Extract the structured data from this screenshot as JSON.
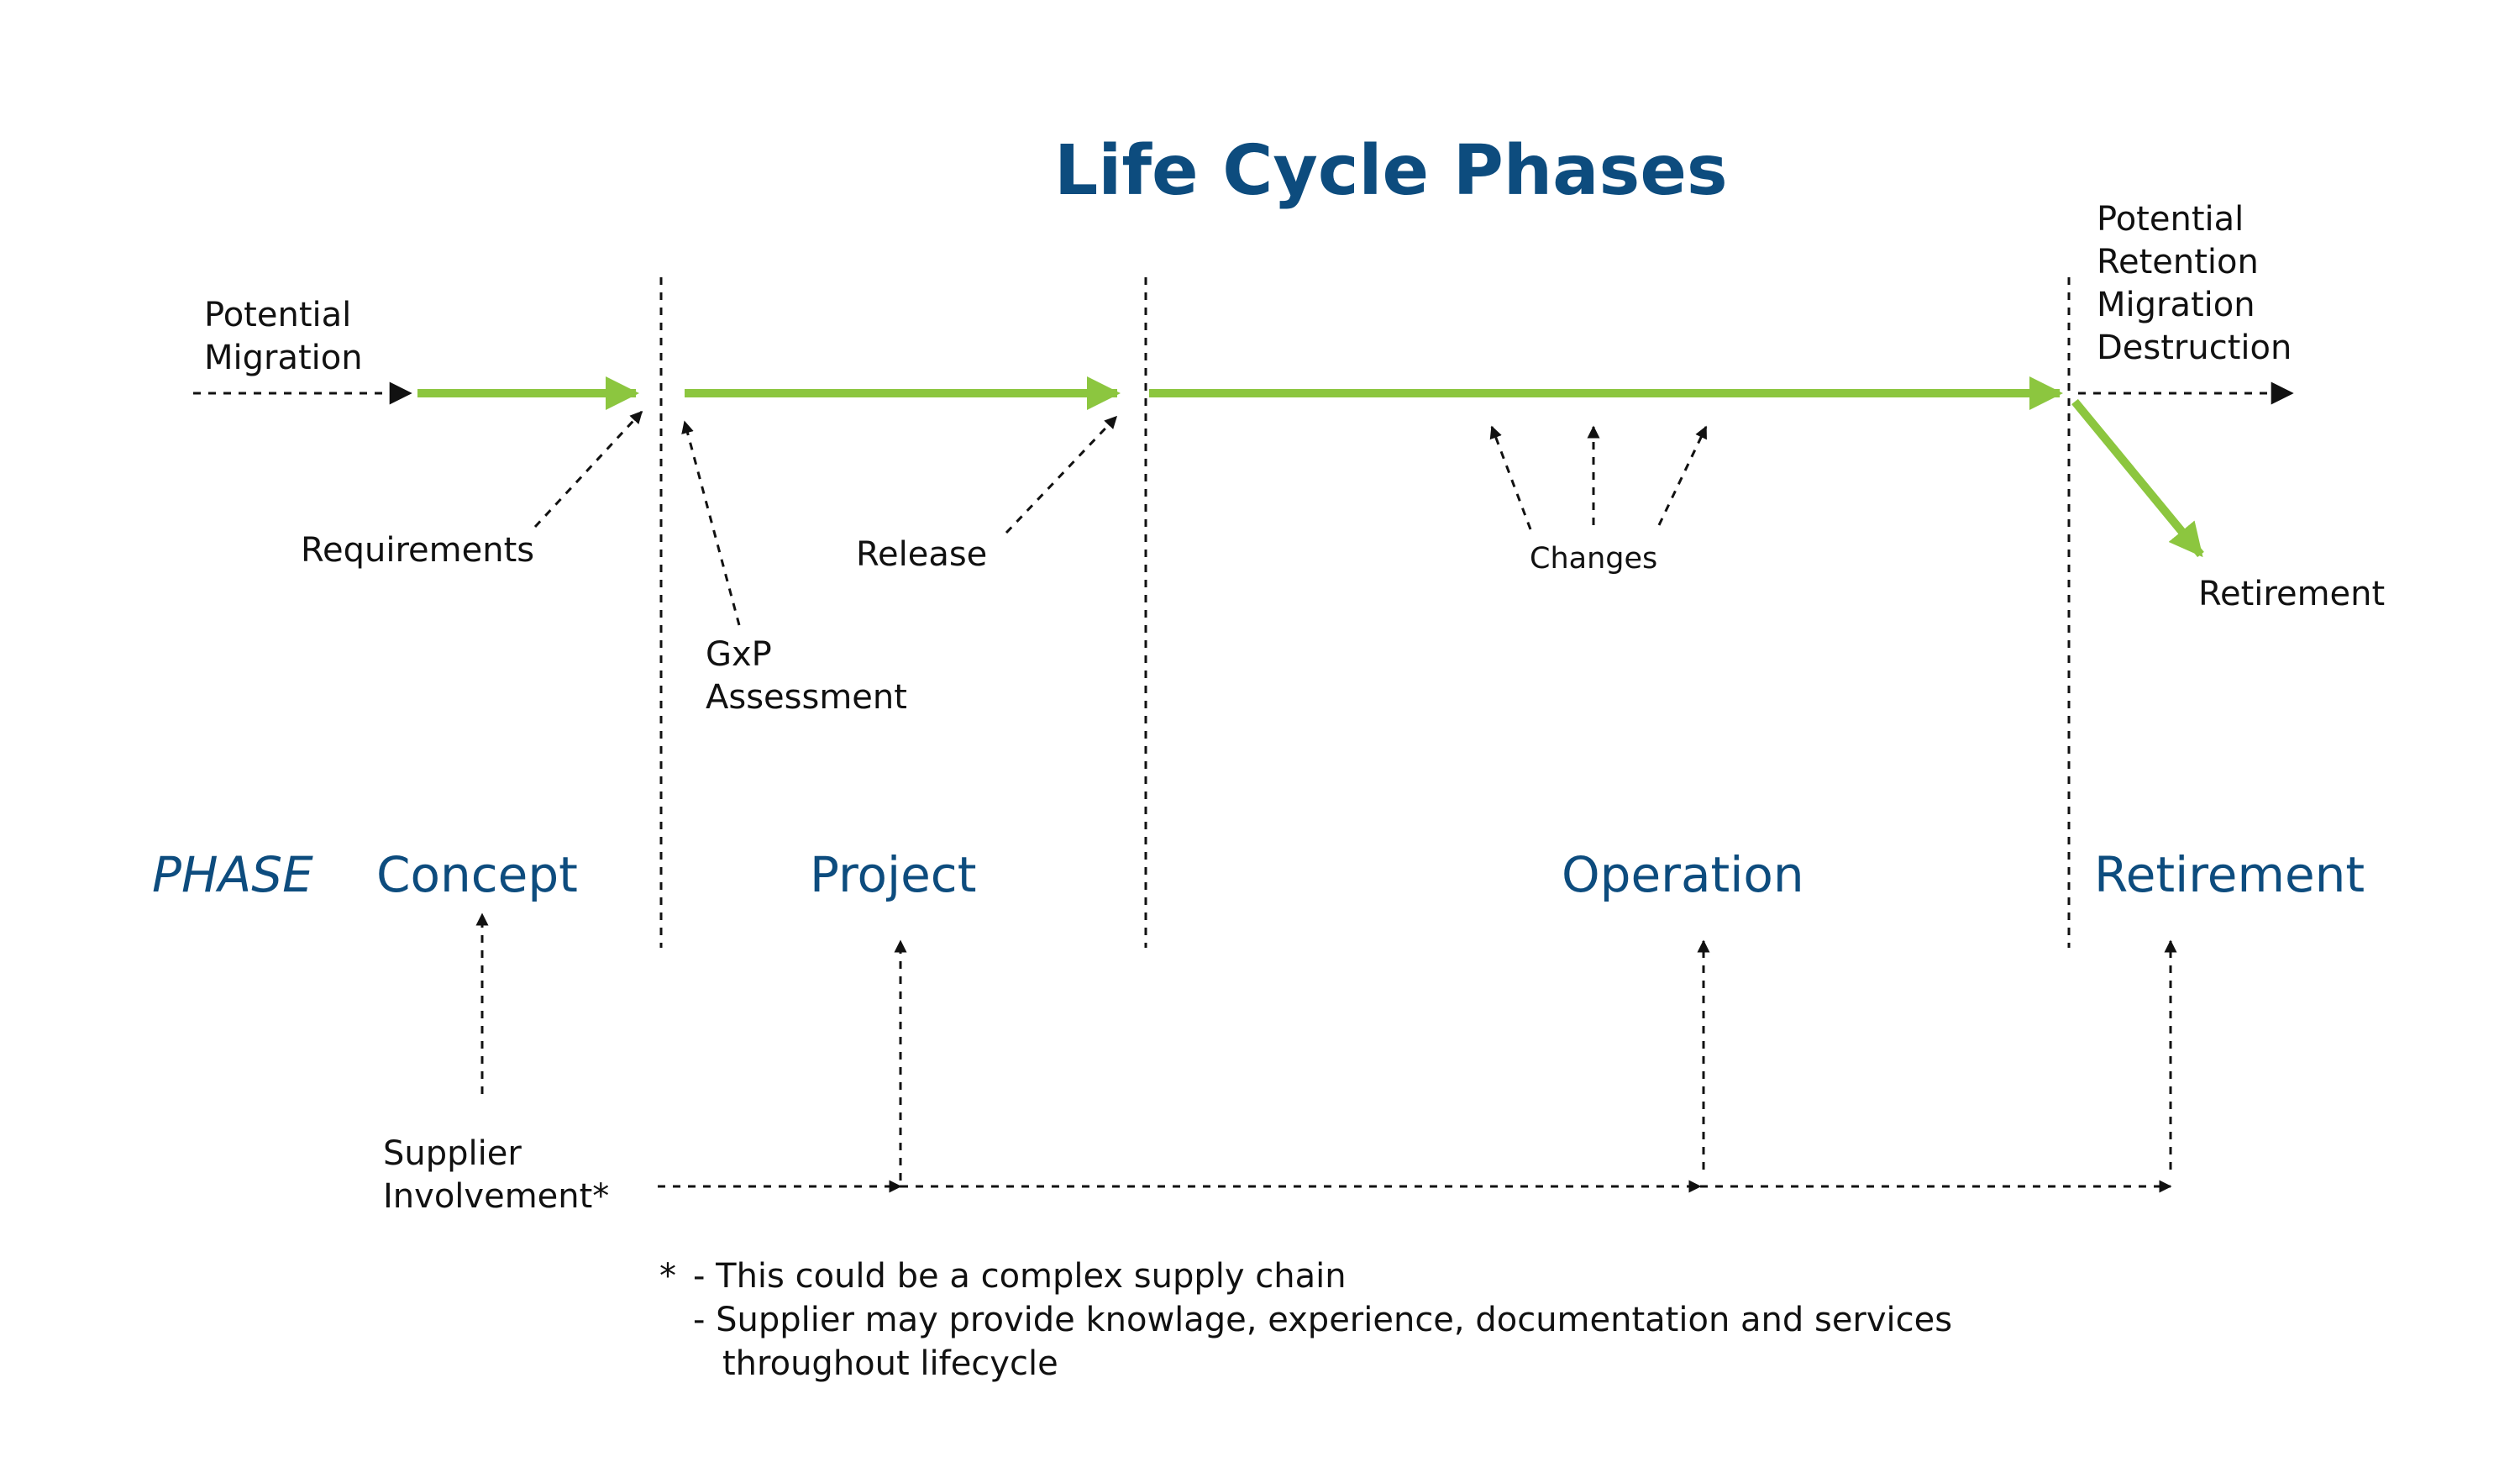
{
  "title": "Life Cycle Phases",
  "colors": {
    "title": "#0d4c7e",
    "phase": "#0d4c7e",
    "main_arrow": "#8cc63f",
    "dashed": "#111111",
    "text": "#111111"
  },
  "phase_row": {
    "label": "PHASE",
    "phases": [
      "Concept",
      "Project",
      "Operation",
      "Retirement"
    ]
  },
  "annotations": {
    "potential_migration": [
      "Potential",
      "Migration"
    ],
    "requirements": "Requirements",
    "gxp_assessment": [
      "GxP",
      "Assessment"
    ],
    "release": "Release",
    "changes": "Changes",
    "end_options": [
      "Potential",
      "Retention",
      "Migration",
      "Destruction"
    ],
    "retirement": "Retirement",
    "supplier_involvement": [
      "Supplier",
      "Involvement*"
    ]
  },
  "footnote": {
    "marker": "*",
    "line1": "- This could be a complex supply chain",
    "line2": "- Supplier may provide knowlage, experience, documentation and services",
    "line3": "throughout lifecycle"
  }
}
